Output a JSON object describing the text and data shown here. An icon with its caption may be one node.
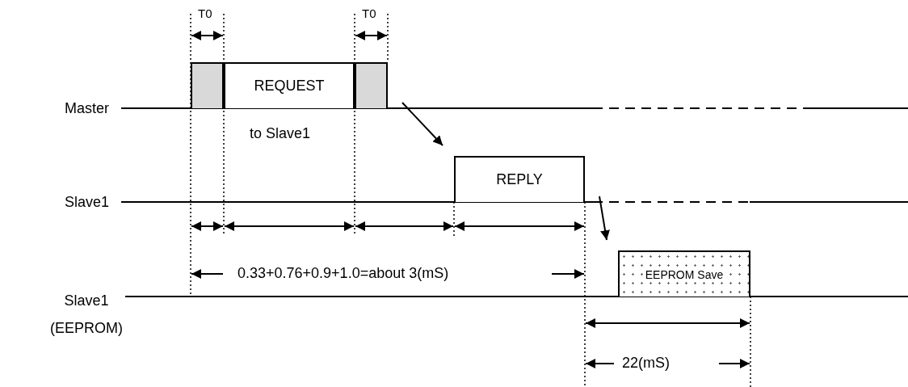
{
  "diagram": {
    "nodes": [
      {
        "text": [],
        "shape": "box"
      },
      {
        "text": [
          "REQUEST"
        ]
      },
      {
        "text": [],
        "shape": "box"
      },
      {
        "text": [
          "REPLY"
        ]
      },
      {
        "text": [
          "EEPROM Save"
        ]
      }
    ],
    "edges": [
      {
        "from": 2,
        "to": 3,
        "arrow": "to"
      },
      {
        "from": 3,
        "to": 4,
        "arrow": "to"
      }
    ],
    "labels": [
      "T0",
      "T0",
      "Master",
      "to Slave1",
      "Slave1",
      "Slave1 (EEPROM)",
      "0.33+0.76+0.9+1.0=about 3(mS)",
      "22(mS)"
    ]
  }
}
